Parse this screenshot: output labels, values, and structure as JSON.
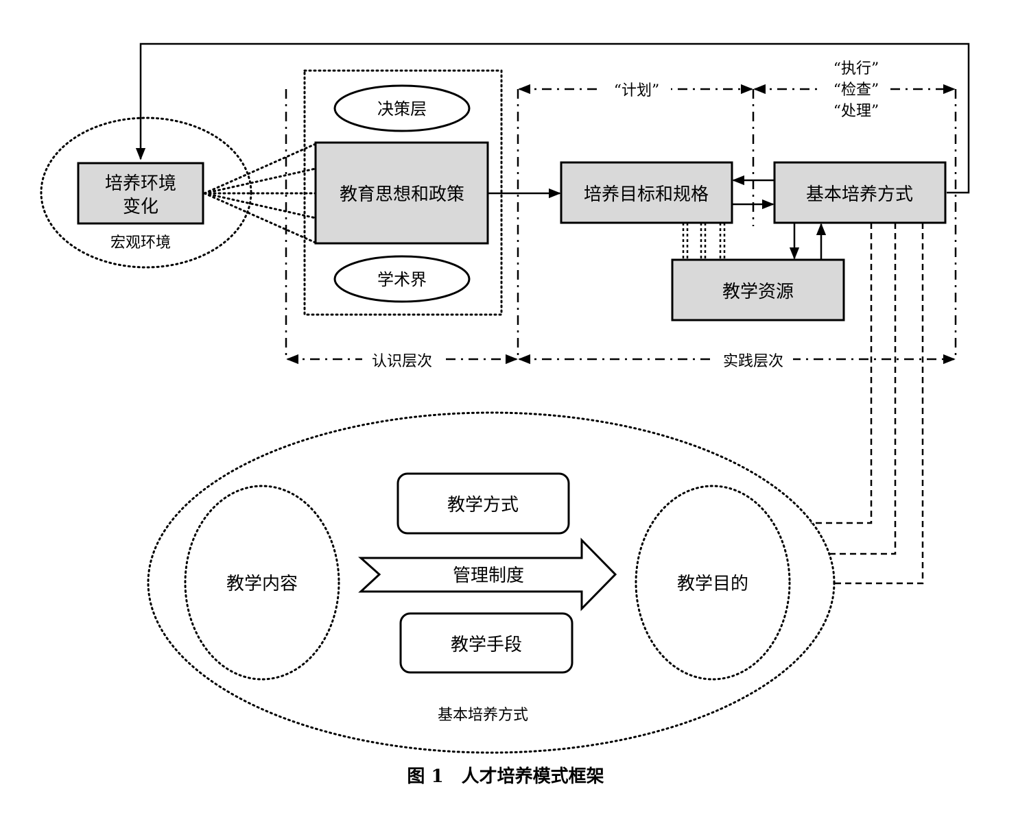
{
  "macro": {
    "box_line1": "培养环境",
    "box_line2": "变化",
    "label": "宏观环境"
  },
  "cognition": {
    "ellipse_top": "决策层",
    "center_box": "教育思想和政策",
    "ellipse_bottom": "学术界",
    "level_label": "认识层次"
  },
  "practice": {
    "plan_label": "“计划”",
    "execute_labels": [
      "“执行”",
      "“检查”",
      "“处理”"
    ],
    "goals_box": "培养目标和规格",
    "basic_box": "基本培养方式",
    "resources_box": "教学资源",
    "level_label": "实践层次"
  },
  "basic_mode": {
    "content": "教学内容",
    "method": "教学方式",
    "management": "管理制度",
    "means": "教学手段",
    "purpose": "教学目的",
    "label": "基本培养方式"
  },
  "caption": "图 1　人才培养模式框架"
}
